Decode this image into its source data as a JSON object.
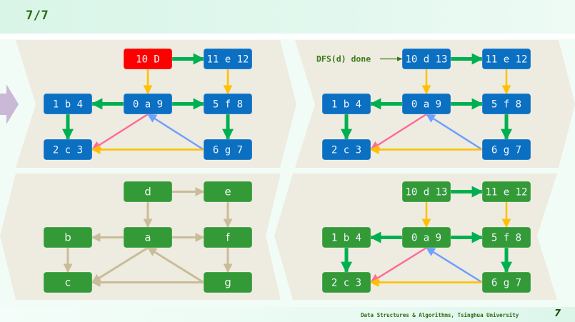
{
  "slide": {
    "title": "7/7",
    "footer": "Data Structures & Algorithms, Tsinghua University",
    "page_number": "7"
  },
  "colors": {
    "panel_bg": "#eeebe0",
    "node_blue": "#0b6fc2",
    "node_red": "#ff0000",
    "node_green": "#339a37",
    "edge_tree": "#00b050",
    "edge_forward": "#ffc000",
    "edge_cross": "#ff6a9a",
    "edge_back": "#6f9fff",
    "edge_plain": "#c8bd98",
    "nav_arrow": "#c9b9d6",
    "annotation": "#3a7a18"
  },
  "left_arrow_icon": "arrow-right-icon",
  "panels": [
    {
      "id": "top-left",
      "caption": "",
      "nodes": [
        {
          "id": "d",
          "label": "10 D",
          "style": "red",
          "col": 1,
          "row": 0
        },
        {
          "id": "e",
          "label": "11 e 12",
          "style": "blue",
          "col": 2,
          "row": 0
        },
        {
          "id": "b",
          "label": "1 b 4",
          "style": "blue",
          "col": 0,
          "row": 1
        },
        {
          "id": "a",
          "label": "0 a 9",
          "style": "blue",
          "col": 1,
          "row": 1
        },
        {
          "id": "f",
          "label": "5 f 8",
          "style": "blue",
          "col": 2,
          "row": 1
        },
        {
          "id": "c",
          "label": "2 c 3",
          "style": "blue",
          "col": 0,
          "row": 2
        },
        {
          "id": "g",
          "label": "6 g 7",
          "style": "blue",
          "col": 2,
          "row": 2
        }
      ],
      "edges": [
        {
          "from": "d",
          "to": "e",
          "type": "tree"
        },
        {
          "from": "d",
          "to": "a",
          "type": "forward"
        },
        {
          "from": "e",
          "to": "f",
          "type": "forward"
        },
        {
          "from": "a",
          "to": "b",
          "type": "tree"
        },
        {
          "from": "a",
          "to": "f",
          "type": "tree"
        },
        {
          "from": "b",
          "to": "c",
          "type": "tree"
        },
        {
          "from": "f",
          "to": "g",
          "type": "tree"
        },
        {
          "from": "a",
          "to": "c",
          "type": "cross"
        },
        {
          "from": "g",
          "to": "a",
          "type": "back"
        },
        {
          "from": "g",
          "to": "c",
          "type": "forward"
        }
      ]
    },
    {
      "id": "top-right",
      "annotation": {
        "text": "DFS(d) done",
        "target": "d"
      },
      "nodes": [
        {
          "id": "d",
          "label": "10 d 13",
          "style": "blue",
          "col": 1,
          "row": 0
        },
        {
          "id": "e",
          "label": "11 e 12",
          "style": "blue",
          "col": 2,
          "row": 0
        },
        {
          "id": "b",
          "label": "1 b 4",
          "style": "blue",
          "col": 0,
          "row": 1
        },
        {
          "id": "a",
          "label": "0 a 9",
          "style": "blue",
          "col": 1,
          "row": 1
        },
        {
          "id": "f",
          "label": "5 f 8",
          "style": "blue",
          "col": 2,
          "row": 1
        },
        {
          "id": "c",
          "label": "2 c 3",
          "style": "blue",
          "col": 0,
          "row": 2
        },
        {
          "id": "g",
          "label": "6 g 7",
          "style": "blue",
          "col": 2,
          "row": 2
        }
      ],
      "edges": [
        {
          "from": "d",
          "to": "e",
          "type": "tree"
        },
        {
          "from": "d",
          "to": "a",
          "type": "forward"
        },
        {
          "from": "e",
          "to": "f",
          "type": "forward"
        },
        {
          "from": "a",
          "to": "b",
          "type": "tree"
        },
        {
          "from": "a",
          "to": "f",
          "type": "tree"
        },
        {
          "from": "b",
          "to": "c",
          "type": "tree"
        },
        {
          "from": "f",
          "to": "g",
          "type": "tree"
        },
        {
          "from": "a",
          "to": "c",
          "type": "cross"
        },
        {
          "from": "g",
          "to": "a",
          "type": "back"
        },
        {
          "from": "g",
          "to": "c",
          "type": "forward"
        }
      ]
    },
    {
      "id": "bottom-left",
      "nodes": [
        {
          "id": "d",
          "label": "d",
          "style": "green-plain",
          "col": 1,
          "row": 0
        },
        {
          "id": "e",
          "label": "e",
          "style": "green-plain",
          "col": 2,
          "row": 0
        },
        {
          "id": "b",
          "label": "b",
          "style": "green-plain",
          "col": 0,
          "row": 1
        },
        {
          "id": "a",
          "label": "a",
          "style": "green-plain",
          "col": 1,
          "row": 1
        },
        {
          "id": "f",
          "label": "f",
          "style": "green-plain",
          "col": 2,
          "row": 1
        },
        {
          "id": "c",
          "label": "c",
          "style": "green-plain",
          "col": 0,
          "row": 2
        },
        {
          "id": "g",
          "label": "g",
          "style": "green-plain",
          "col": 2,
          "row": 2
        }
      ],
      "edges": [
        {
          "from": "d",
          "to": "e",
          "type": "plain"
        },
        {
          "from": "d",
          "to": "a",
          "type": "plain"
        },
        {
          "from": "e",
          "to": "f",
          "type": "plain"
        },
        {
          "from": "a",
          "to": "b",
          "type": "plain"
        },
        {
          "from": "a",
          "to": "f",
          "type": "plain"
        },
        {
          "from": "b",
          "to": "c",
          "type": "plain"
        },
        {
          "from": "f",
          "to": "g",
          "type": "plain"
        },
        {
          "from": "a",
          "to": "c",
          "type": "plain"
        },
        {
          "from": "g",
          "to": "a",
          "type": "plain"
        },
        {
          "from": "g",
          "to": "c",
          "type": "plain"
        }
      ]
    },
    {
      "id": "bottom-right",
      "nodes": [
        {
          "id": "d",
          "label": "10 d 13",
          "style": "green",
          "col": 1,
          "row": 0
        },
        {
          "id": "e",
          "label": "11 e 12",
          "style": "green",
          "col": 2,
          "row": 0
        },
        {
          "id": "b",
          "label": "1 b 4",
          "style": "green",
          "col": 0,
          "row": 1
        },
        {
          "id": "a",
          "label": "0 a 9",
          "style": "green",
          "col": 1,
          "row": 1
        },
        {
          "id": "f",
          "label": "5 f 8",
          "style": "green",
          "col": 2,
          "row": 1
        },
        {
          "id": "c",
          "label": "2 c 3",
          "style": "green",
          "col": 0,
          "row": 2
        },
        {
          "id": "g",
          "label": "6 g 7",
          "style": "green",
          "col": 2,
          "row": 2
        }
      ],
      "edges": [
        {
          "from": "d",
          "to": "e",
          "type": "tree"
        },
        {
          "from": "d",
          "to": "a",
          "type": "forward"
        },
        {
          "from": "e",
          "to": "f",
          "type": "forward"
        },
        {
          "from": "a",
          "to": "b",
          "type": "tree"
        },
        {
          "from": "a",
          "to": "f",
          "type": "tree"
        },
        {
          "from": "b",
          "to": "c",
          "type": "tree"
        },
        {
          "from": "f",
          "to": "g",
          "type": "tree"
        },
        {
          "from": "a",
          "to": "c",
          "type": "cross"
        },
        {
          "from": "g",
          "to": "a",
          "type": "back"
        },
        {
          "from": "g",
          "to": "c",
          "type": "forward"
        }
      ]
    }
  ]
}
